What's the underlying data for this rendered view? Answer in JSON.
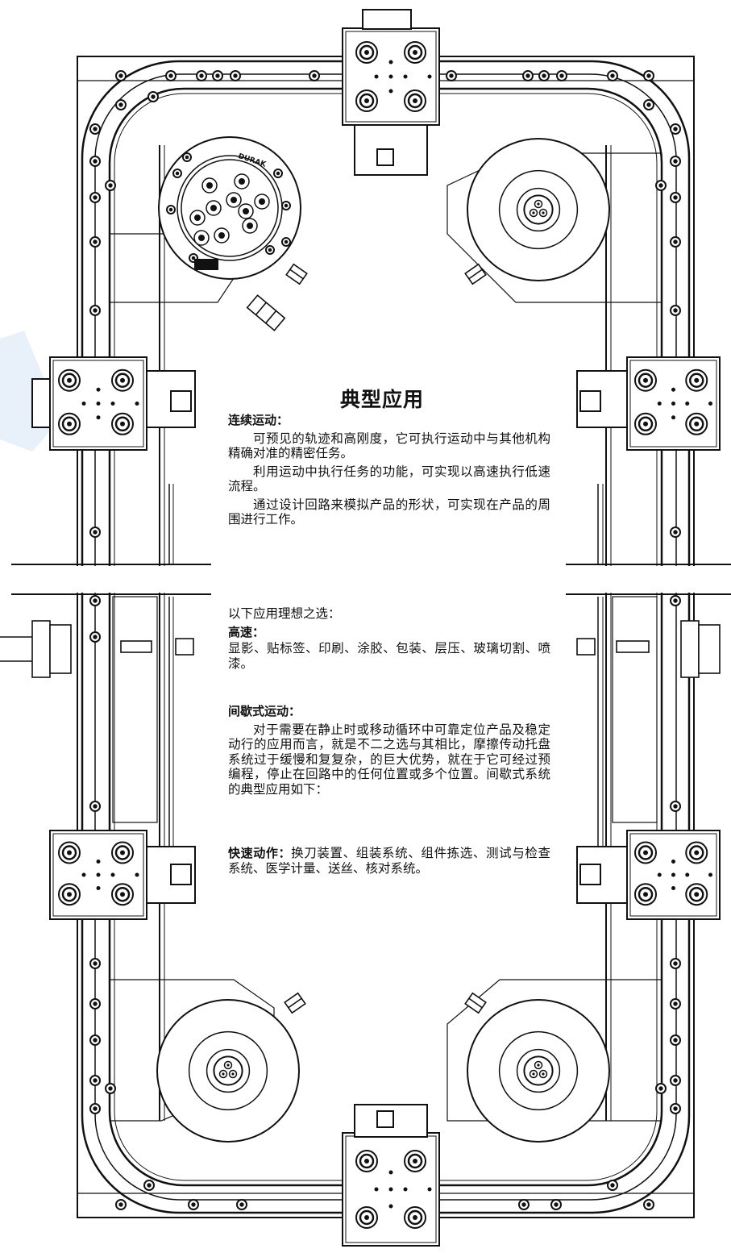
{
  "title": "典型应用",
  "sections": {
    "continuous": {
      "heading": "连续运动：",
      "paragraphs": [
        "可预见的轨迹和高刚度，它可执行运动中与其他机构精确对准的精密任务。",
        "利用运动中执行任务的功能，可实现以高速执行低速流程。",
        "通过设计回路来模拟产品的形状，可实现在产品的周围进行工作。"
      ]
    },
    "ideal": {
      "intro": "以下应用理想之选：",
      "high_speed_heading": "高速：",
      "high_speed_text": "显影、贴标签、印刷、涂胶、包装、层压、玻璃切割、喷漆。"
    },
    "intermittent": {
      "heading": "间歇式运动：",
      "paragraph": "对于需要在静止时或移动循环中可靠定位产品及稳定动行的应用而言，就是不二之选与其相比，摩擦传动托盘系统过于缓慢和复复杂，的巨大优势，就在于它可经过预编程，停止在回路中的任何位置或多个位置。间歇式系统的典型应用如下："
    },
    "fast": {
      "heading": "快速动作：",
      "text": "换刀装置、组装系统、组件拣选、测试与检查系统、医学计量、送丝、核对系统。"
    }
  },
  "drawing": {
    "label": "DURAK",
    "line_color": "#111111",
    "watermark_color": "#e6eef8"
  }
}
